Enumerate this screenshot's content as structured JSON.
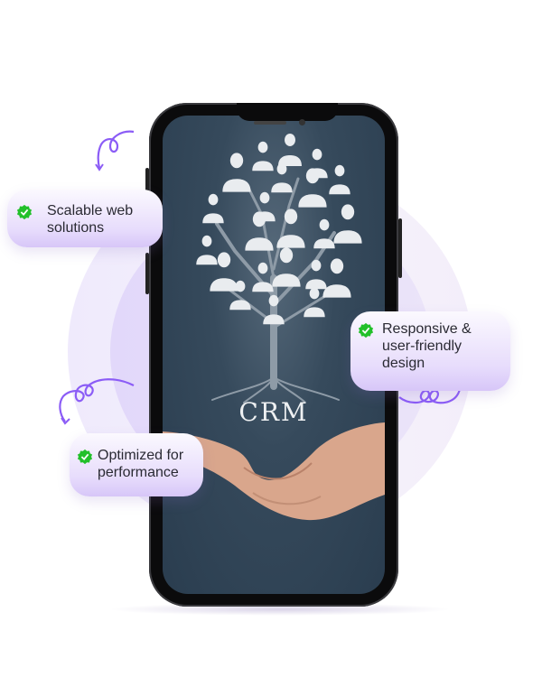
{
  "phone_screen": {
    "title": "CRM"
  },
  "features": [
    {
      "label": "Scalable web solutions",
      "lines": [
        "Scalable web",
        "solutions"
      ]
    },
    {
      "label": "Responsive & user-friendly design",
      "lines": [
        "Responsive &",
        "user-friendly",
        "design"
      ]
    },
    {
      "label": "Optimized for performance",
      "lines": [
        "Optimized for",
        "performance"
      ]
    }
  ],
  "colors": {
    "accent": "#8b5cf6",
    "check": "#22c02a",
    "card_bg": "#e7dcfc",
    "screen_bg": "#364a5c"
  },
  "icons": {
    "check": "verified-check-icon",
    "squiggle": "squiggle-arrow-icon"
  }
}
